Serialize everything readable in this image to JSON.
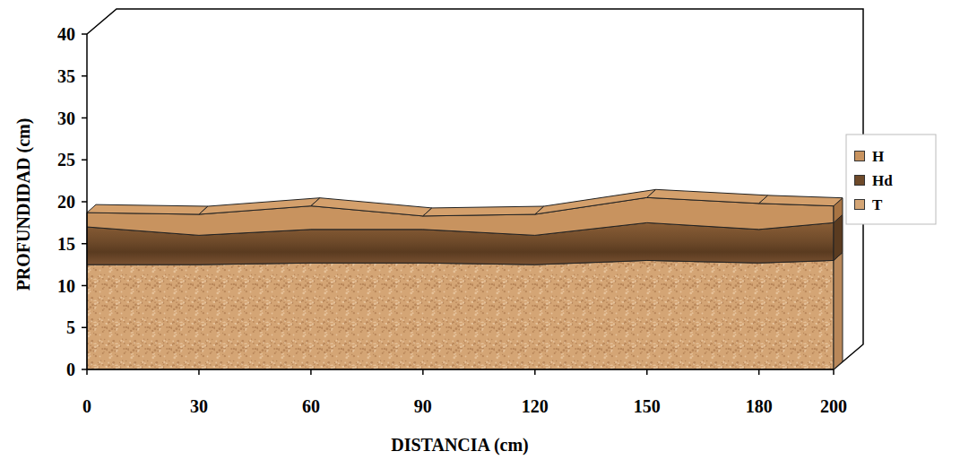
{
  "diagram": {
    "labels": [
      "40",
      "35",
      "30",
      "25",
      "20",
      "15",
      "10",
      "5",
      "0",
      "0",
      "30",
      "60",
      "90",
      "120",
      "150",
      "180",
      "200",
      "PROFUNDIDAD (cm)",
      "DISTANCIA (cm)"
    ],
    "legend": [
      {
        "text": "H",
        "color": "#c8935f"
      },
      {
        "text": "Hd",
        "color": "#6e4a2a"
      },
      {
        "text": "T",
        "color": "#d4a575"
      }
    ]
  }
}
